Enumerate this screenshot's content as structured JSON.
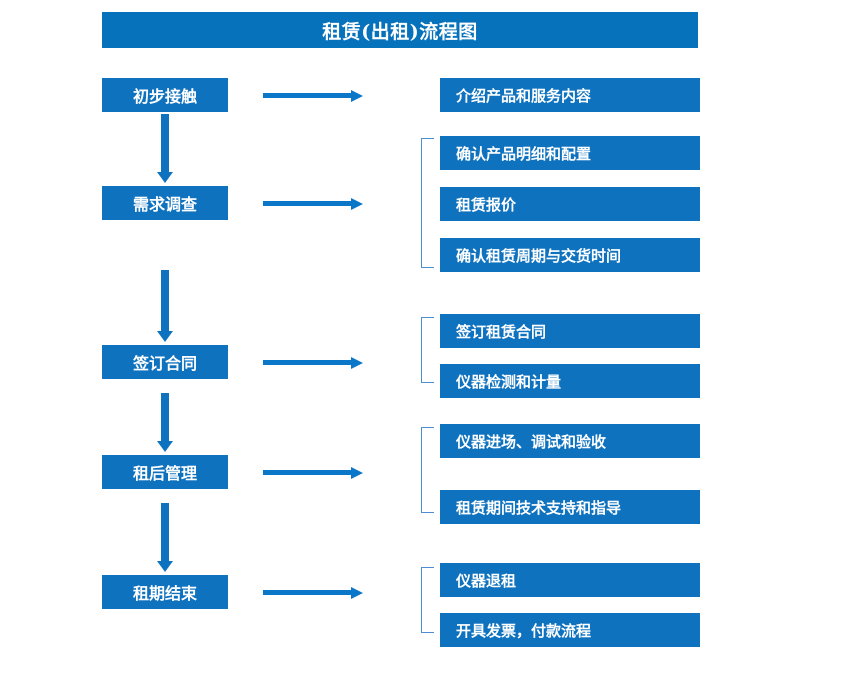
{
  "title": {
    "text": "租赁(出租)流程图"
  },
  "colors": {
    "title_bar": "#0672BC",
    "node_fill": "#0F72BF",
    "node_text": "#FFFFFF",
    "vertical_arrow": "#0F72BF",
    "horizontal_arrow": "#0B77C9",
    "bracket": "#4C8FD0",
    "background": "#FFFFFF"
  },
  "stages": [
    {
      "label": "初步接触"
    },
    {
      "label": "需求调查"
    },
    {
      "label": "签订合同"
    },
    {
      "label": "租后管理"
    },
    {
      "label": "租期结束"
    }
  ],
  "details": [
    {
      "label": "介绍产品和服务内容"
    },
    {
      "label": "确认产品明细和配置"
    },
    {
      "label": "租赁报价"
    },
    {
      "label": "确认租赁周期与交货时间"
    },
    {
      "label": "签订租赁合同"
    },
    {
      "label": "仪器检测和计量"
    },
    {
      "label": "仪器进场、调试和验收"
    },
    {
      "label": "租赁期间技术支持和指导"
    },
    {
      "label": "仪器退租"
    },
    {
      "label": "开具发票，付款流程"
    }
  ],
  "groups": [
    {
      "stage": "需求调查",
      "detail_labels": [
        "确认产品明细和配置",
        "租赁报价",
        "确认租赁周期与交货时间"
      ]
    },
    {
      "stage": "签订合同",
      "detail_labels": [
        "签订租赁合同",
        "仪器检测和计量"
      ]
    },
    {
      "stage": "租后管理",
      "detail_labels": [
        "仪器进场、调试和验收",
        "租赁期间技术支持和指导"
      ]
    },
    {
      "stage": "租期结束",
      "detail_labels": [
        "仪器退租",
        "开具发票，付款流程"
      ]
    }
  ]
}
